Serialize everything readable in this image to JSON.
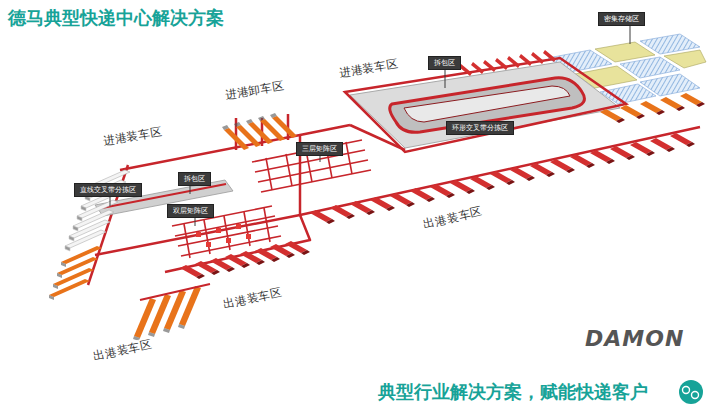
{
  "diagram": {
    "title": "德马典型快递中心解决方案",
    "caption": "典型行业解决方案，赋能快递客户",
    "nodes": [
      {
        "text": [
          "密集存储区"
        ]
      },
      {
        "text": [
          "拆包区"
        ]
      },
      {
        "text": [
          "环形交叉带分拣区"
        ]
      },
      {
        "text": [
          "三层矩阵区"
        ]
      },
      {
        "text": [
          "拆包区"
        ]
      },
      {
        "text": [
          "直线交叉带分拣区"
        ]
      },
      {
        "text": [
          "双层矩阵区"
        ]
      }
    ],
    "labels": [
      "进港装车区",
      "进港卸车区",
      "进港装车区",
      "出港装车区",
      "出港装车区",
      "出港装车区",
      "DAMON"
    ]
  }
}
